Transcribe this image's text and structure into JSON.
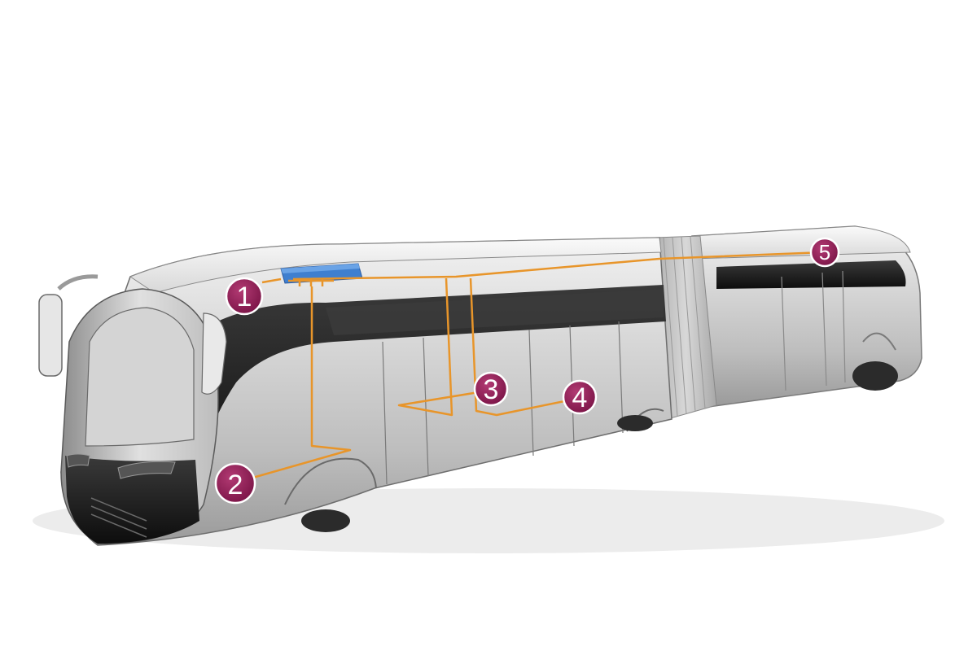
{
  "diagram": {
    "colors": {
      "background": "#ffffff",
      "cable": "#e8952a",
      "marker_fill": "#8e1f55",
      "marker_stroke": "#ffffff",
      "marker_text": "#ffffff",
      "roof_unit": "#3f7fcf",
      "bus_body": "#c9c9c9",
      "bus_dark_band": "#1a1a1a",
      "glass": "#2a2a2a"
    },
    "markers": [
      {
        "label": "1"
      },
      {
        "label": "2"
      },
      {
        "label": "3"
      },
      {
        "label": "4"
      },
      {
        "label": "5"
      }
    ],
    "components": {
      "roof_unit": "roof-mounted-unit",
      "cable": "cable-routing"
    }
  }
}
